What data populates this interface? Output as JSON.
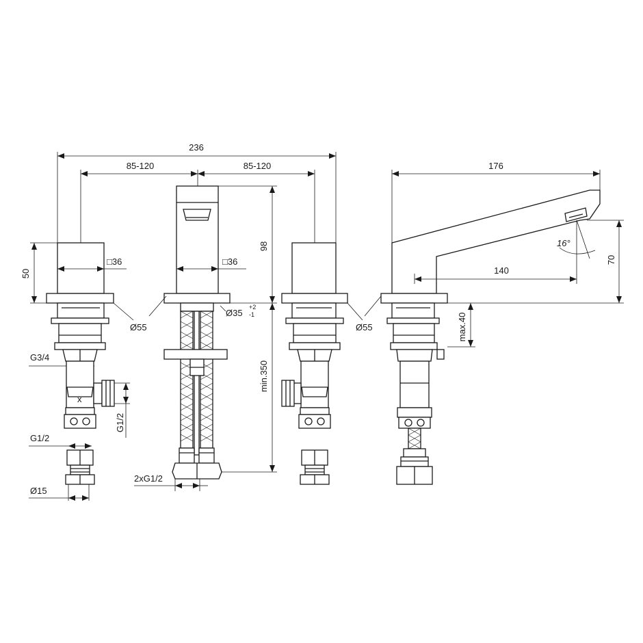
{
  "dimensions": {
    "overall_width": "236",
    "spacing_left": "85-120",
    "spacing_right": "85-120",
    "spout_length": "176",
    "spout_reach": "140",
    "spout_height": "70",
    "spout_angle": "16°",
    "handle_height": "50",
    "body_height": "98",
    "handle_square": "□36",
    "body_square": "□36",
    "base_diameter_left": "Ø55",
    "base_diameter_right": "Ø55",
    "hole_diameter": "Ø35",
    "hole_tolerance_upper": "+2",
    "hole_tolerance_lower": "-1",
    "max_deck": "max.40",
    "min_length": "min.350",
    "thread_g34": "G3/4",
    "thread_g12_vertical": "G1/2",
    "thread_g12_fitting": "G1/2",
    "fitting_diameter": "Ø15",
    "hose_thread": "2xG1/2",
    "valve_mark": "x"
  }
}
